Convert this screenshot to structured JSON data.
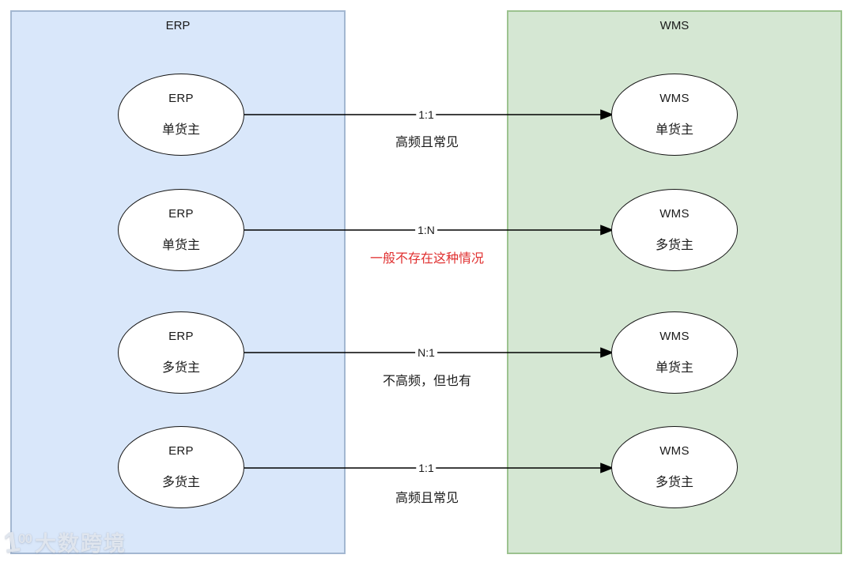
{
  "panels": {
    "left": {
      "title": "ERP",
      "fill": "#d9e7fa",
      "border": "#a3b7d1"
    },
    "right": {
      "title": "WMS",
      "fill": "#d5e7d3",
      "border": "#9cc28f"
    }
  },
  "nodes": {
    "left": [
      {
        "line1": "ERP",
        "line2": "单货主"
      },
      {
        "line1": "ERP",
        "line2": "单货主"
      },
      {
        "line1": "ERP",
        "line2": "多货主"
      },
      {
        "line1": "ERP",
        "line2": "多货主"
      }
    ],
    "right": [
      {
        "line1": "WMS",
        "line2": "单货主"
      },
      {
        "line1": "WMS",
        "line2": "多货主"
      },
      {
        "line1": "WMS",
        "line2": "单货主"
      },
      {
        "line1": "WMS",
        "line2": "多货主"
      }
    ]
  },
  "connections": [
    {
      "relation": "1:1",
      "note": "高频且常见",
      "note_color": "#1a1a1a"
    },
    {
      "relation": "1:N",
      "note": "一般不存在这种情况",
      "note_color": "#e03030"
    },
    {
      "relation": "N:1",
      "note": "不高频，但也有",
      "note_color": "#1a1a1a"
    },
    {
      "relation": "1:1",
      "note": "高频且常见",
      "note_color": "#1a1a1a"
    }
  ],
  "watermark": {
    "logo_one": "1",
    "logo_zeros": "00",
    "text": "大数跨境"
  }
}
